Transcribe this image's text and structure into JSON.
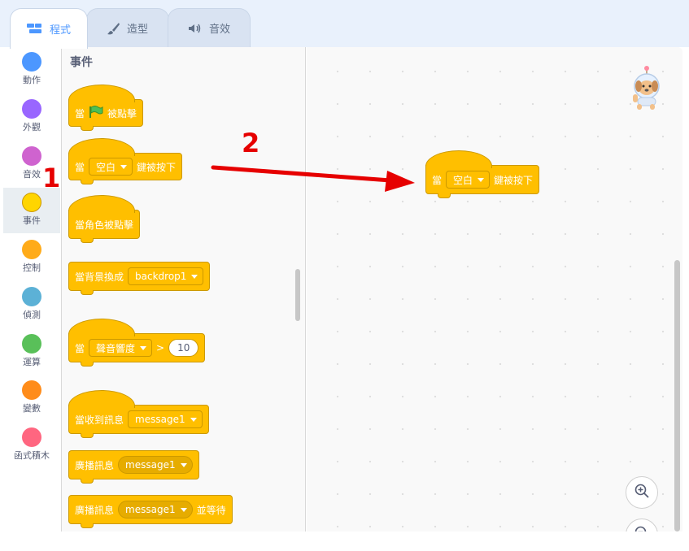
{
  "tabs": [
    {
      "label": "程式",
      "icon": "code-blocks-icon"
    },
    {
      "label": "造型",
      "icon": "brush-icon"
    },
    {
      "label": "音效",
      "icon": "speaker-icon"
    }
  ],
  "categories": [
    {
      "label": "動作",
      "color": "#4c97ff"
    },
    {
      "label": "外觀",
      "color": "#9966ff"
    },
    {
      "label": "音效",
      "color": "#cf63cf"
    },
    {
      "label": "事件",
      "color": "#ffd500"
    },
    {
      "label": "控制",
      "color": "#ffab19"
    },
    {
      "label": "偵測",
      "color": "#5cb1d6"
    },
    {
      "label": "運算",
      "color": "#59c059"
    },
    {
      "label": "變數",
      "color": "#ff8c1a"
    },
    {
      "label": "函式積木",
      "color": "#ff6680"
    }
  ],
  "palette": {
    "title": "事件",
    "blocks": {
      "flag_clicked": {
        "prefix": "當",
        "suffix": "被點擊"
      },
      "key_pressed": {
        "prefix": "當",
        "key": "空白",
        "suffix": "鍵被按下"
      },
      "sprite_clicked": {
        "label": "當角色被點擊"
      },
      "backdrop_switch": {
        "label": "當背景換成",
        "value": "backdrop1"
      },
      "loudness": {
        "prefix": "當",
        "sensor": "聲音響度",
        "op": ">",
        "value": "10"
      },
      "receive": {
        "label": "當收到訊息",
        "value": "message1"
      },
      "broadcast": {
        "label": "廣播訊息",
        "value": "message1"
      },
      "broadcast_wait": {
        "label": "廣播訊息",
        "value": "message1",
        "suffix": "並等待"
      }
    }
  },
  "workspace": {
    "block": {
      "prefix": "當",
      "key": "空白",
      "suffix": "鍵被按下"
    }
  },
  "annotations": {
    "step1": "1",
    "step2": "2"
  },
  "colors": {
    "events": "#ffbf00",
    "arrow": "#e60000",
    "accent": "#4c97ff"
  }
}
